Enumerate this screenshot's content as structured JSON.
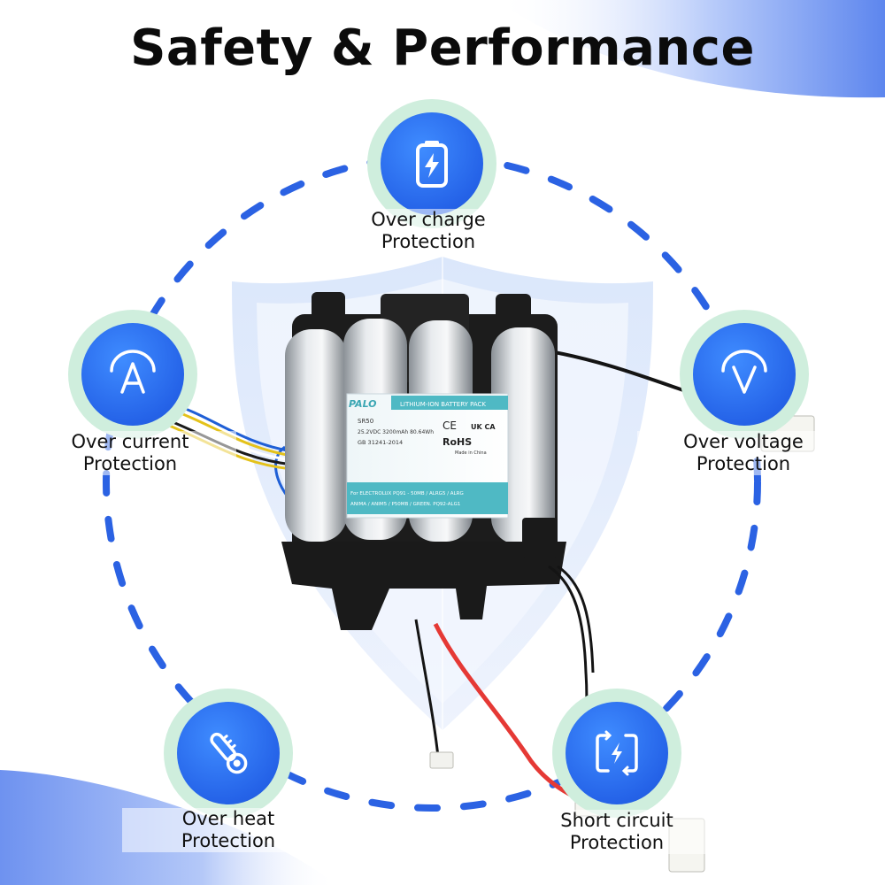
{
  "title": "Safety & Performance",
  "features": [
    {
      "id": "charge",
      "line1": "Over charge",
      "line2": "Protection",
      "icon": "battery-charging-icon"
    },
    {
      "id": "current",
      "line1": "Over current",
      "line2": "Protection",
      "icon": "letter-a-icon"
    },
    {
      "id": "voltage",
      "line1": "Over voltage",
      "line2": "Protection",
      "icon": "letter-v-icon"
    },
    {
      "id": "heat",
      "line1": "Over heat",
      "line2": "Protection",
      "icon": "thermometer-icon"
    },
    {
      "id": "short",
      "line1": "Short circuit",
      "line2": "Protection",
      "icon": "short-circuit-icon"
    }
  ],
  "battery_label": {
    "brand": "PALO",
    "type": "LITHIUM-ION BATTERY PACK",
    "model": "SR50",
    "rating": "25.2VDC 3200mAh 80.64Wh",
    "standard": "GB 31241-2014",
    "origin": "Made in China",
    "ce": "CE",
    "rohs": "RoHS",
    "ukca": "UK CA",
    "compat1": "For ELECTROLUX PQ91 - 50MB / ALRG5 / ALRG",
    "compat2": "ANIMA / ANIM5 / P50MB / GREEN. PQ92-ALG1"
  },
  "colors": {
    "accent_blue": "#2563e8",
    "badge_ring": "#cfeedd",
    "dash_ring": "#2b62e3",
    "shield": "#e7effd",
    "label_teal": "#4fb9c4",
    "wire_red": "#e53935"
  }
}
